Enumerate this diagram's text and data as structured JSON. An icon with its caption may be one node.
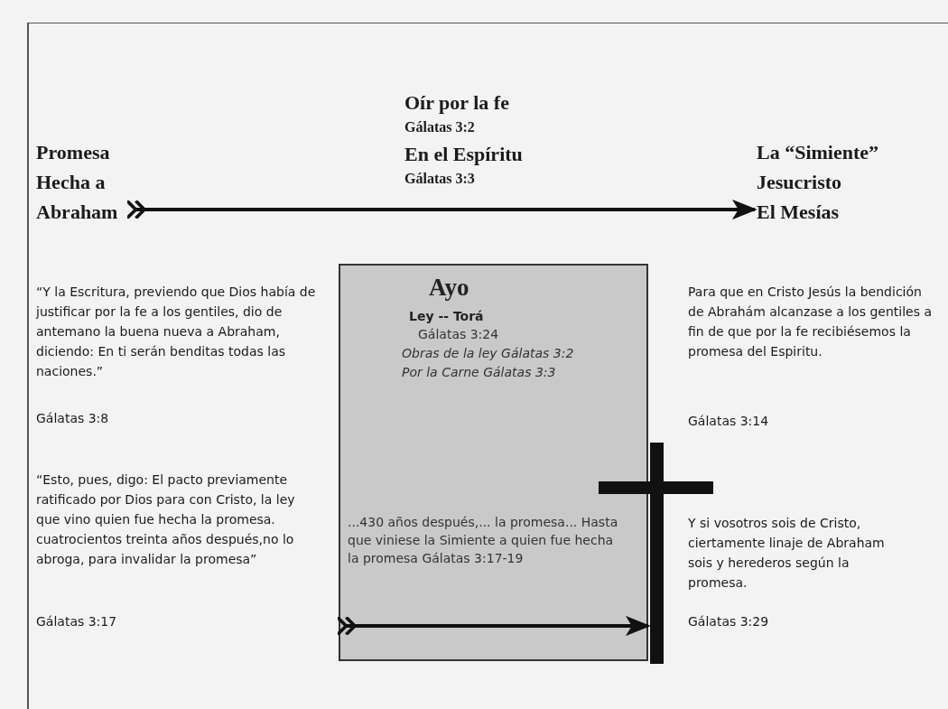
{
  "diagram": {
    "nodes": [
      {
        "text": [
          "Promesa Hecha a Abraham"
        ]
      },
      {
        "text": [
          "La “Simiente”",
          "Jesucristo",
          "El Mesías"
        ]
      },
      {
        "text": [
          "Ayo",
          "Ley -- Torá",
          "Gálatas 3:24",
          "Obras de la ley  Gálatas 3:2",
          "Por la Carne  Gálatas 3:3",
          "...430 años después,... la promesa... Hasta que viniese la Simiente a quien fue hecha la promesa Gálatas 3:17-19"
        ]
      },
      {
        "text": [],
        "shape": "cross"
      }
    ],
    "edges": [
      {
        "from": 0,
        "to": 1,
        "arrow": "to"
      },
      {
        "from": 2,
        "to": 3,
        "arrow": "to"
      }
    ],
    "labels": [
      "Oír por la fe",
      "Gálatas 3:2",
      "En el Espíritu",
      "Gálatas 3:3",
      "“Y la Escritura, previendo que Dios había de justificar por la fe a los gentiles, dio de antemano la buena nueva a Abraham, diciendo: En ti serán benditas todas las naciones.”",
      "Gálatas 3:8",
      "Para que en Cristo Jesús la bendición de Abrahám alcanzase a los gentiles a fin de que por la fe recibiésemos la promesa del Espiritu.",
      "Gálatas 3:14",
      "“Esto, pues, digo: El pacto previamente ratificado por Dios para con Cristo, la ley que vino quien fue hecha la promesa. cuatrocientos treinta años después,no lo abroga, para invalidar la promesa”",
      "Gálatas 3:17",
      "Y si vosotros sois de Cristo, ciertamente linaje de Abraham sois y herederos según la promesa.",
      "Gálatas 3:29"
    ]
  }
}
